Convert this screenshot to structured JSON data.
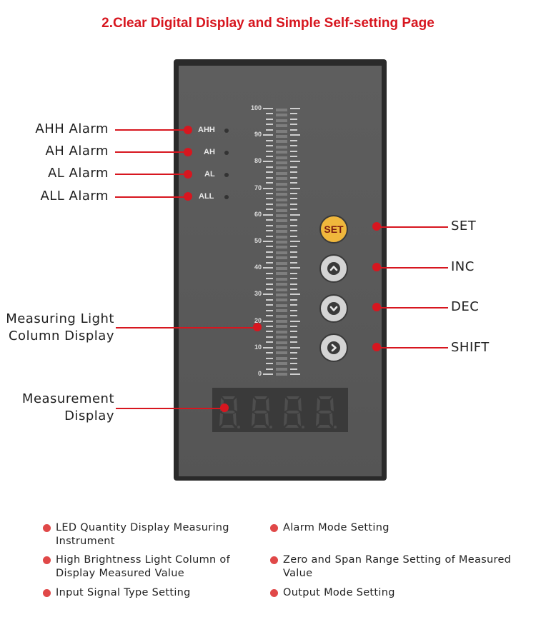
{
  "title": "2.Clear Digital Display and Simple Self-setting Page",
  "scale": [
    "100",
    "90",
    "80",
    "70",
    "60",
    "50",
    "40",
    "30",
    "20",
    "10",
    "0"
  ],
  "indicators": [
    "AHH",
    "AH",
    "AL",
    "ALL"
  ],
  "buttons": {
    "set": "SET",
    "inc_icon": "chevron-up-icon",
    "dec_icon": "chevron-down-icon",
    "shift_icon": "chevron-right-icon"
  },
  "annotations": {
    "ahh": "AHH Alarm",
    "ah": "AH Alarm",
    "al": "AL Alarm",
    "all": "ALL Alarm",
    "light_column_1": "Measuring Light",
    "light_column_2": "Column Display",
    "measurement_1": "Measurement",
    "measurement_2": "Display",
    "set": "SET",
    "inc": "INC",
    "dec": "DEC",
    "shift": "SHIFT"
  },
  "features": [
    [
      "LED Quantity Display Measuring",
      "Instrument"
    ],
    [
      "Alarm Mode Setting"
    ],
    [
      "High Brightness Light Column of",
      "Display Measured Value"
    ],
    [
      "Zero and Span Range Setting of Measured",
      "Value"
    ],
    [
      "Input Signal Type Setting"
    ],
    [
      "Output Mode Setting"
    ]
  ],
  "colors": {
    "accent": "#d7161f",
    "panel": "#2a2a2a",
    "set_button": "#f0b73c"
  }
}
